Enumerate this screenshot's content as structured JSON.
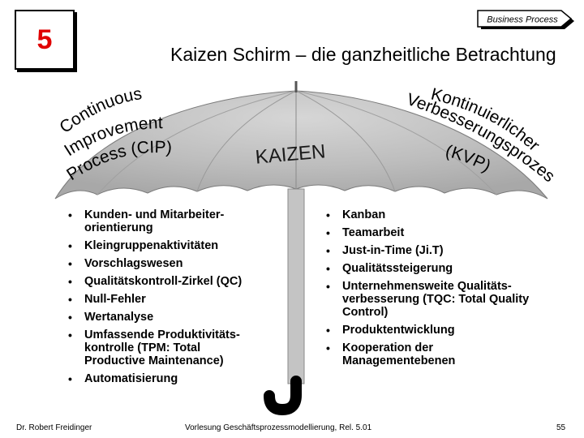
{
  "slide": {
    "number": "5",
    "badge": "Business Process",
    "title": "Kaizen Schirm – die ganzheitliche Betrachtung"
  },
  "umbrella": {
    "center": "KAIZEN",
    "left_arc": [
      "Continuous",
      "Improvement",
      "Process (CIP)"
    ],
    "right_arc": [
      "Kontinuierlicher",
      "Verbesserungsprozess",
      "(KVP)"
    ]
  },
  "left_items": [
    "Kunden- und Mitarbeiter-orientierung",
    "Kleingruppenaktivitäten",
    "Vorschlagswesen",
    "Qualitätskontroll-Zirkel (QC)",
    "Null-Fehler",
    "Wertanalyse",
    "Umfassende Produktivitäts-kontrolle (TPM: Total Productive Maintenance)",
    "Automatisierung"
  ],
  "right_items": [
    "Kanban",
    "Teamarbeit",
    "Just-in-Time (Ji.T)",
    "Qualitätssteigerung",
    "Unternehmensweite Qualitäts-verbesserung (TQC: Total Quality Control)",
    "Produktentwicklung",
    "Kooperation der Managementebenen"
  ],
  "footer": {
    "author": "Dr. Robert Freidinger",
    "course": "Vorlesung Geschäftsprozessmodellierung, Rel. 5.01",
    "page": "55"
  }
}
